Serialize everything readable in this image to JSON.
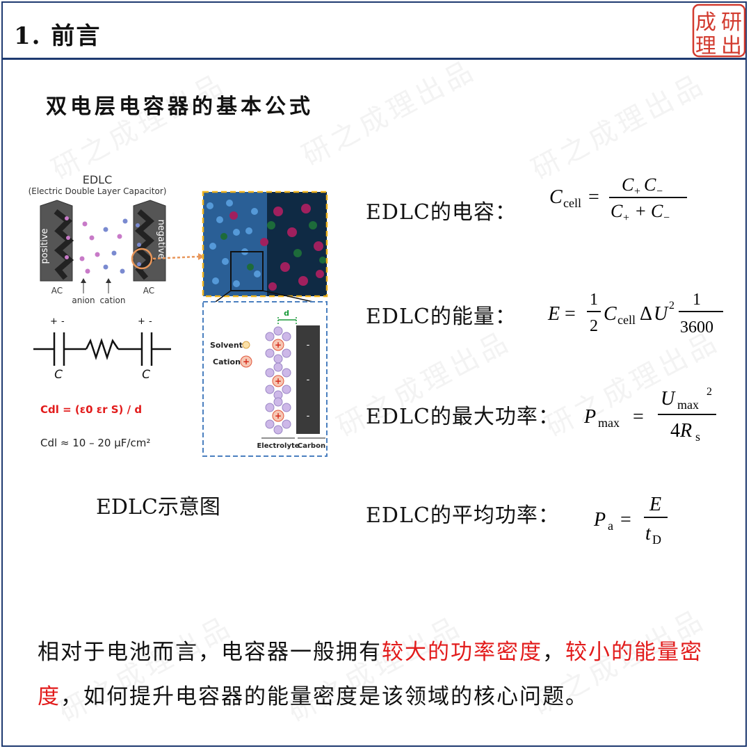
{
  "header": {
    "title": "1. 前言",
    "seal_text": [
      "成",
      "研",
      "理",
      "出"
    ]
  },
  "watermark_text": "研之成理出品",
  "subtitle": "双电层电容器的基本公式",
  "diagram": {
    "title": "EDLC",
    "subtitle": "(Electric Double Layer Capacitor)",
    "positive": "positive",
    "negative": "negative",
    "ac_left": "AC",
    "ac_right": "AC",
    "anion": "anion",
    "cation": "cation",
    "cap_left": "C",
    "cap_right": "C",
    "plus": "+",
    "minus": "-",
    "cdl_formula": "Cdl = (ε0 εr S) / d",
    "cdl_range": "Cdl ≈ 10 – 20 μF/cm²",
    "solvent": "Solvent",
    "cation_label": "Cation",
    "d": "d",
    "electrolyte": "Electrolyte",
    "carbon": "Carbon"
  },
  "caption": "EDLC示意图",
  "formulas": [
    {
      "label": "EDLC的电容："
    },
    {
      "label": "EDLC的能量："
    },
    {
      "label": "EDLC的最大功率："
    },
    {
      "label": "EDLC的平均功率："
    }
  ],
  "bottom": {
    "part1": "相对于电池而言，电容器一般拥有",
    "highlight1": "较大的功率密度",
    "part2": "，",
    "highlight2": "较小的能量密度",
    "part3": "，如何提升电容器的能量密度是该领域的核心问题。"
  },
  "colors": {
    "frame": "#1e3a70",
    "highlight": "#e21b1b",
    "seal": "#d23a2e",
    "orange_box": "#f0b41e",
    "blue_box": "#4a7fbf"
  }
}
